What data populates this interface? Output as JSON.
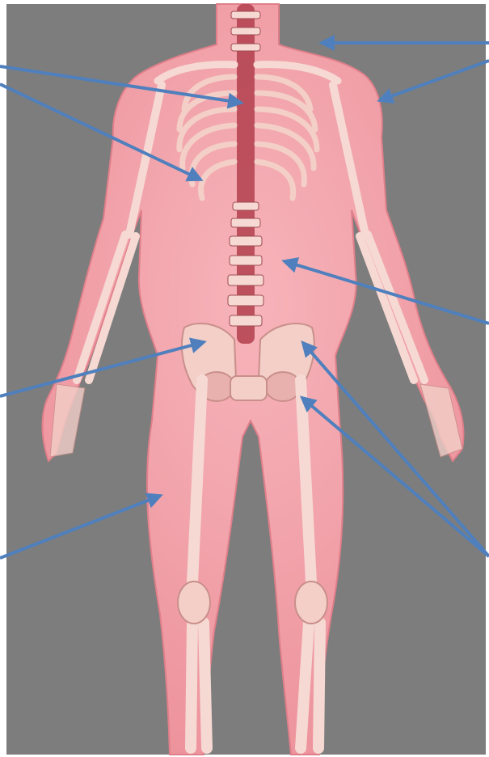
{
  "figure": {
    "subject": "anatomical-illustration",
    "colors": {
      "background": "#7d7d7d",
      "skin": "#f2a0a8",
      "skin_shadow": "#e0808c",
      "bone": "#f6d9d3",
      "bone_shadow": "#c98f8a",
      "spine": "#b2404c",
      "arrow": "#4f80bd"
    },
    "pointer_arrows": [
      {
        "id": "ribcage-upper"
      },
      {
        "id": "ribcage-lower"
      },
      {
        "id": "shoulder-top"
      },
      {
        "id": "shoulder-side"
      },
      {
        "id": "spine"
      },
      {
        "id": "pelvis-left"
      },
      {
        "id": "pelvis-right"
      },
      {
        "id": "pelvis-lower"
      },
      {
        "id": "thigh"
      }
    ]
  }
}
